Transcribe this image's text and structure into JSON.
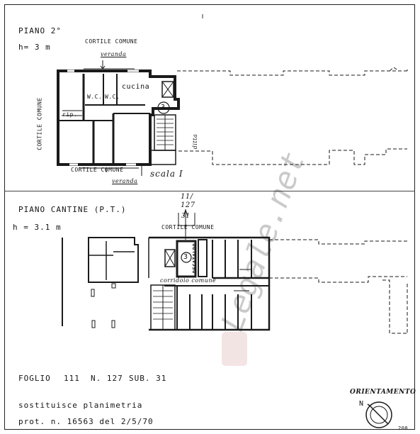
{
  "watermark": "Legale.net",
  "upper_plan": {
    "title": "PIANO  2°",
    "height": "h= 3  m",
    "top_courtyard": "CORTILE  COMUNE",
    "top_veranda": "veranda",
    "left_courtyard": "CORTILE  COMUNE",
    "bottom_courtyard": "CORTILE  COMUNE",
    "bottom_veranda": "veranda",
    "kitchen": "cucina",
    "wc_1": "W.C.",
    "wc_2": "W.C.",
    "ripostiglio": "rip.",
    "unit_number": "3",
    "stair": "scala I",
    "ditta": "ditta"
  },
  "lower_plan": {
    "title": "PIANO  CANTINE  (P.T.)",
    "height": "h = 3.1  m",
    "ref_line1": "11/",
    "ref_line2": "127",
    "ref_line3": "31",
    "courtyard": "CORTILE  COMUNE",
    "unit_number": "3",
    "neighbor": "DECATALDO",
    "corridor": "corridoio   comune"
  },
  "footer": {
    "foglio_label": "FOGLIO",
    "foglio_value": "111",
    "particella": "N. 127",
    "sub": "SUB. 31",
    "sostituisce": "sostituisce     planimetria",
    "prot": "prot.  n.  16563   del   2/5/70"
  },
  "orientation": {
    "title": "ORIENTAMENTO",
    "north": "N",
    "scale_note": "200"
  }
}
